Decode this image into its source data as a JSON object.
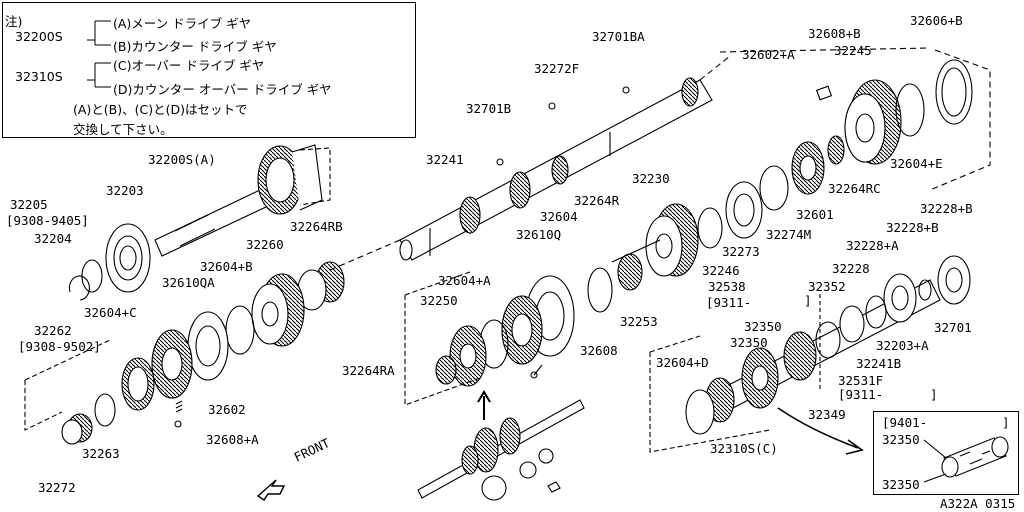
{
  "note": {
    "heading": "注)",
    "group1_code": "32200S",
    "group1_a": "(A)メーン ドライブ ギヤ",
    "group1_b": "(B)カウンター ドライブ ギヤ",
    "group2_code": "32310S",
    "group2_c": "(C)オーバー ドライブ ギヤ",
    "group2_d": "(D)カウンター オーバー ドライブ ギヤ",
    "footer_1": "(A)と(B)、(C)と(D)はセットで",
    "footer_2": "交換して下さい。"
  },
  "labels": {
    "p32200S_A": "32200S(A)",
    "p32203": "32203",
    "p32205": "32205",
    "p32205_date": "[9308-9405]",
    "p32204": "32204",
    "p32260": "32260",
    "p32264RB": "32264RB",
    "p32604B_left": "32604+B",
    "p32610QA": "32610QA",
    "p32604C": "32604+C",
    "p32262": "32262",
    "p32262_date": "[9308-9502]",
    "p32602_left": "32602",
    "p32608A": "32608+A",
    "p32263": "32263",
    "p32272": "32272",
    "front": "FRONT",
    "p32241": "32241",
    "p32701B": "32701B",
    "p32272F": "32272F",
    "p32701BA": "32701BA",
    "p32230": "32230",
    "p32264R": "32264R",
    "p32604_mid": "32604",
    "p32610Q": "32610Q",
    "p32604A": "32604+A",
    "p32250": "32250",
    "p32264RA": "32264RA",
    "p32608_mid": "32608",
    "p32253": "32253",
    "p32273": "32273",
    "p32246": "32246",
    "p32538": "32538",
    "p32538_date": "[9311-",
    "p32538_close": "]",
    "p32274M": "32274M",
    "p32601": "32601",
    "p32264RC": "32264RC",
    "p32602A": "32602+A",
    "p32608B": "32608+B",
    "p32245": "32245",
    "p32606B": "32606+B",
    "p32604E": "32604+E",
    "p32228B_top": "32228+B",
    "p32228B": "32228+B",
    "p32228A": "32228+A",
    "p32228": "32228",
    "p32352": "32352",
    "p32350_a": "32350",
    "p32350_b": "32350",
    "p32241B": "32241B",
    "p32203A": "32203+A",
    "p32701": "32701",
    "p32531F": "32531F",
    "p32531F_date": "[9311-",
    "p32531F_close": "]",
    "p32349": "32349",
    "p32604D": "32604+D",
    "p32310S_C": "32310S(C)",
    "figure_code": "A322A 0315"
  },
  "inset": {
    "date": "[9401-",
    "date_close": "]",
    "part_top": "32350",
    "part_bottom": "32350"
  }
}
